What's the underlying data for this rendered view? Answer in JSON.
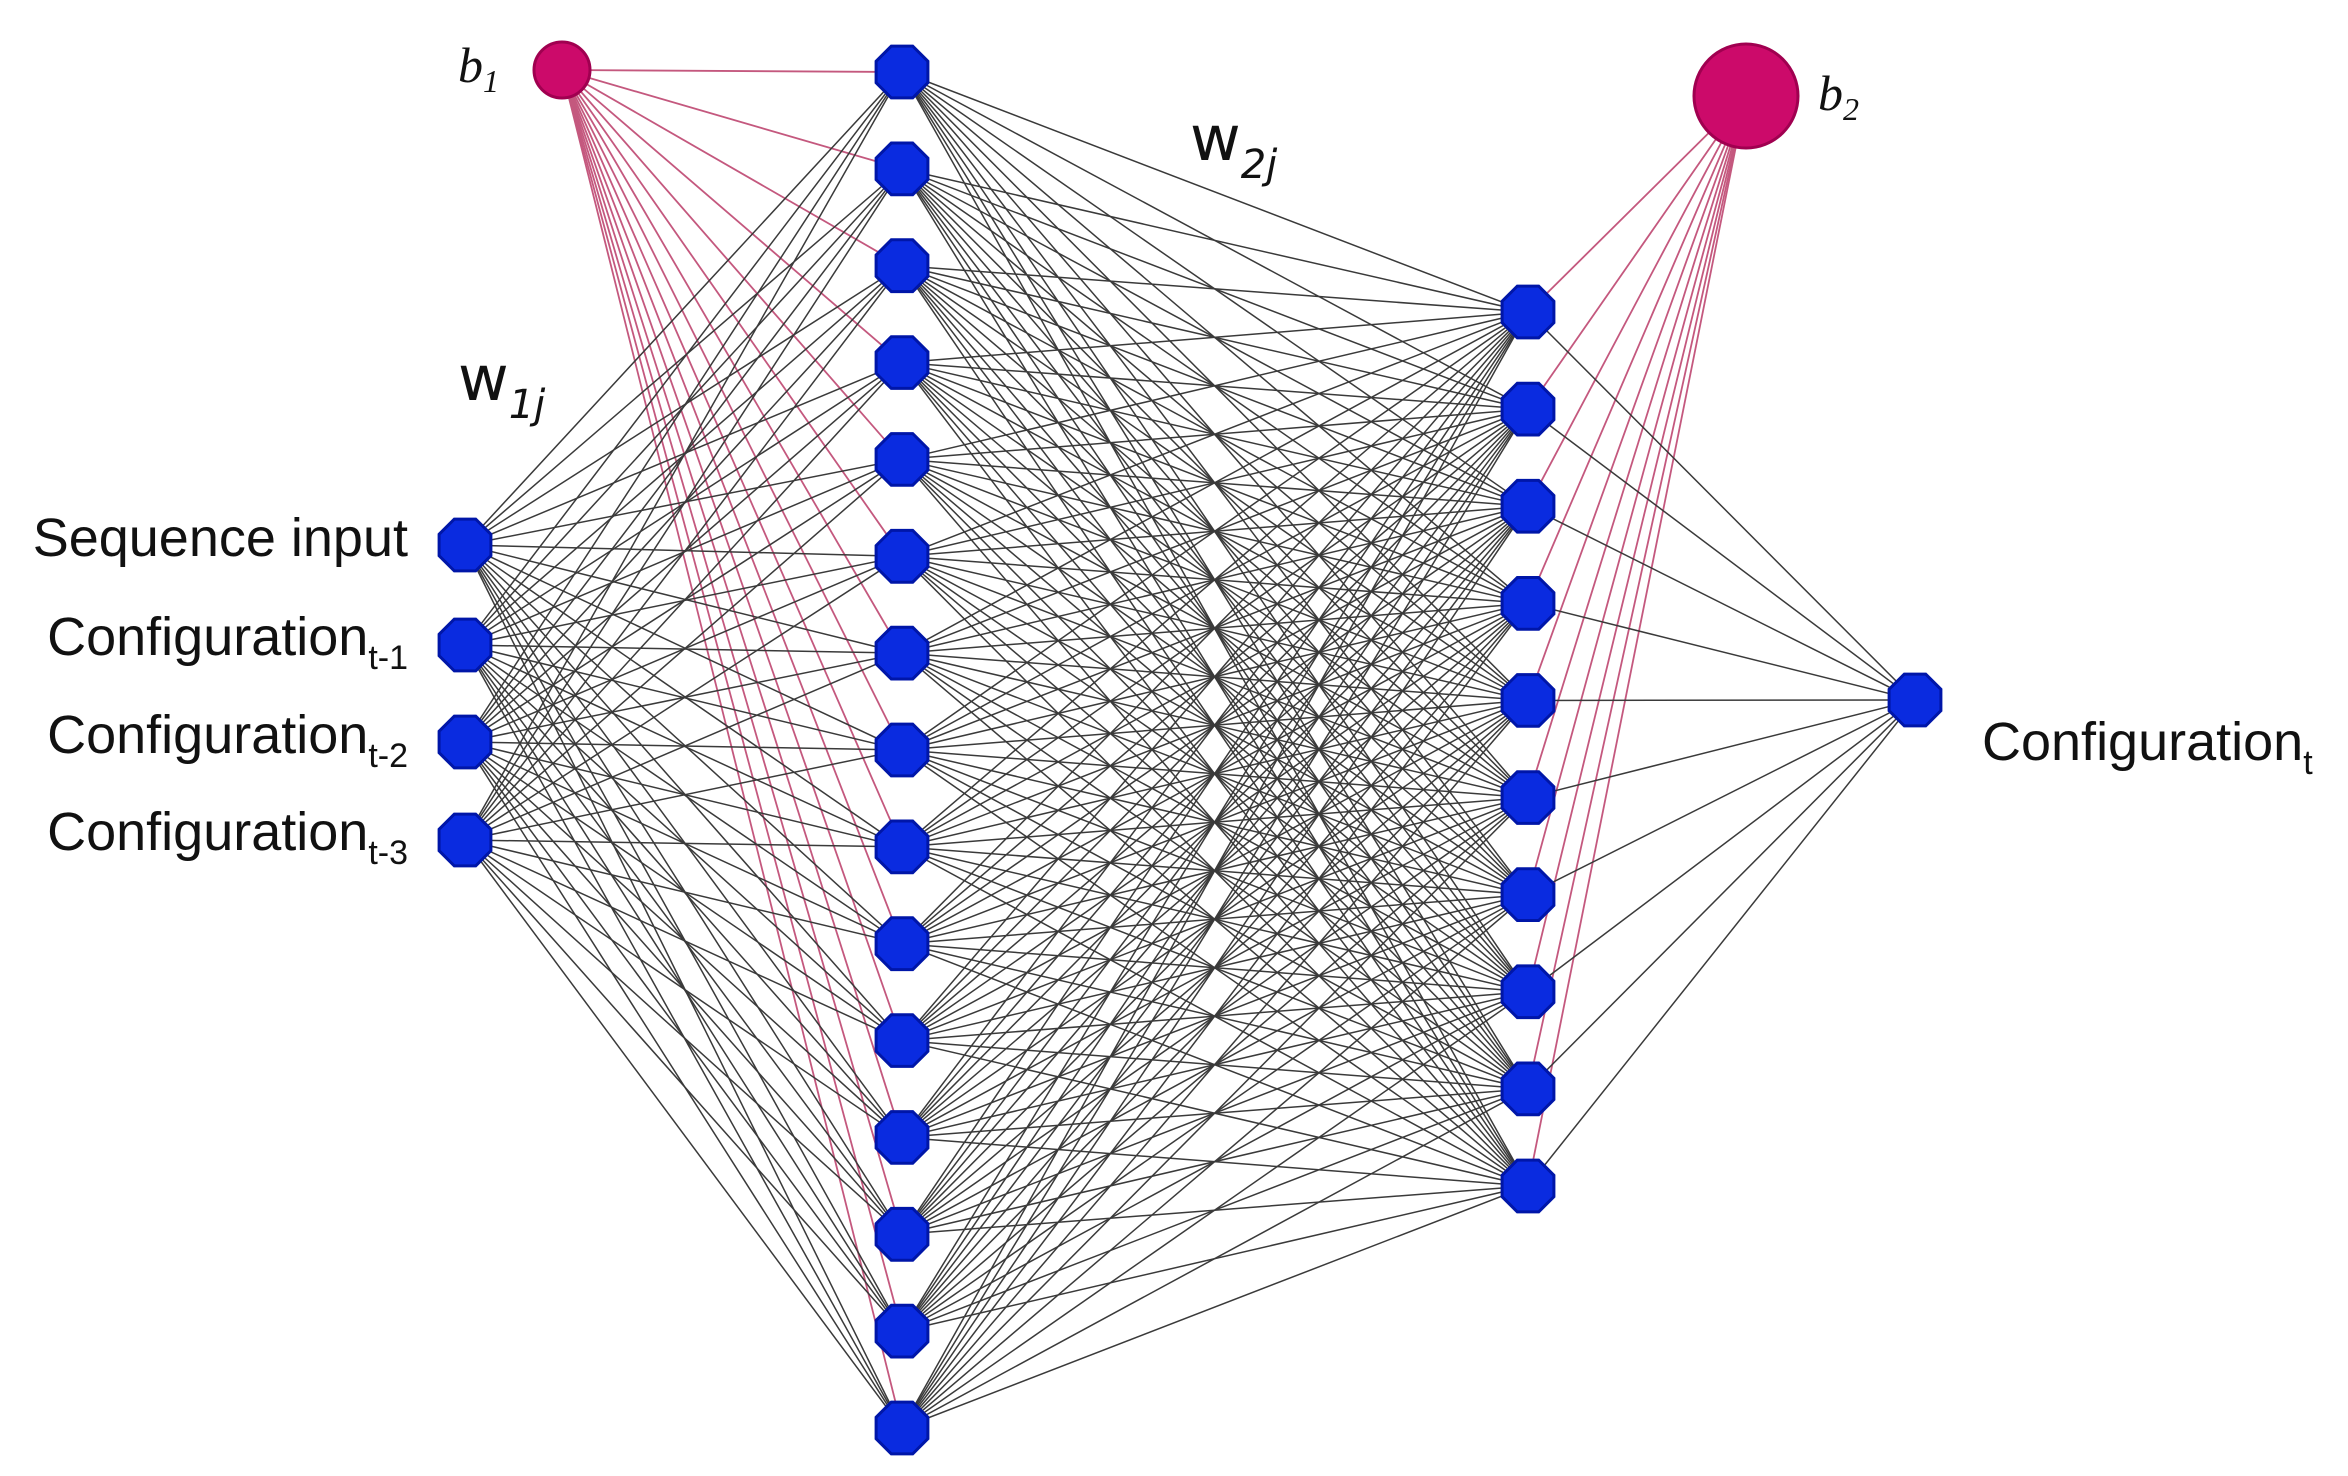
{
  "network": {
    "layer_sizes": [
      4,
      15,
      10,
      1
    ],
    "node_color": "#0a2be0",
    "node_stroke": "#0016a8",
    "bias_color": "#cc0a6a",
    "bias_stroke": "#a00050",
    "weight_line_color": "#3a3a3a",
    "bias_line_color": "#c4587e"
  },
  "inputs": [
    {
      "base": "Sequence input",
      "sub": ""
    },
    {
      "base": "Configuration",
      "sub": "t-1"
    },
    {
      "base": "Configuration",
      "sub": "t-2"
    },
    {
      "base": "Configuration",
      "sub": "t-3"
    }
  ],
  "output": {
    "base": "Configuration",
    "sub": "t"
  },
  "bias1": {
    "base": "b",
    "sub": "1"
  },
  "bias2": {
    "base": "b",
    "sub": "2"
  },
  "weight1": {
    "base": "w",
    "sub": "1j"
  },
  "weight2": {
    "base": "w",
    "sub": "2j"
  }
}
